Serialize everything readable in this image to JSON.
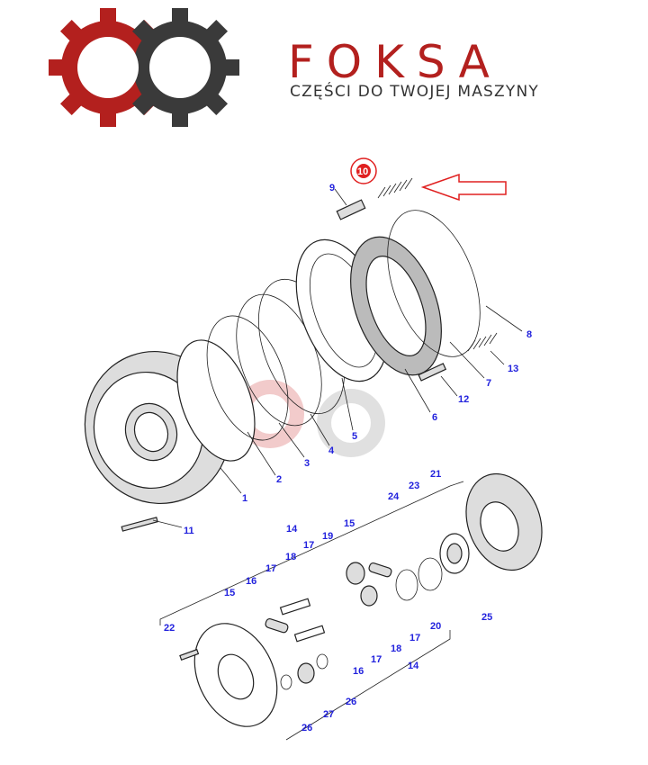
{
  "logo": {
    "brand": "FOKSA",
    "tagline": "CZĘŚCI DO TWOJEJ MASZYNY",
    "colors": {
      "red": "#b3201e",
      "dark": "#3a3a3a"
    }
  },
  "diagram": {
    "highlighted_part": "10",
    "callouts": [
      "10",
      "9",
      "8",
      "13",
      "7",
      "12",
      "6",
      "5",
      "4",
      "3",
      "2",
      "1",
      "11",
      "14",
      "15",
      "17",
      "19",
      "18",
      "17",
      "16",
      "15",
      "21",
      "24",
      "23",
      "25",
      "20",
      "17",
      "18",
      "17",
      "16",
      "14",
      "22",
      "26",
      "27",
      "26"
    ],
    "label_color": "#2222dd",
    "highlight_color": "#e02020"
  }
}
